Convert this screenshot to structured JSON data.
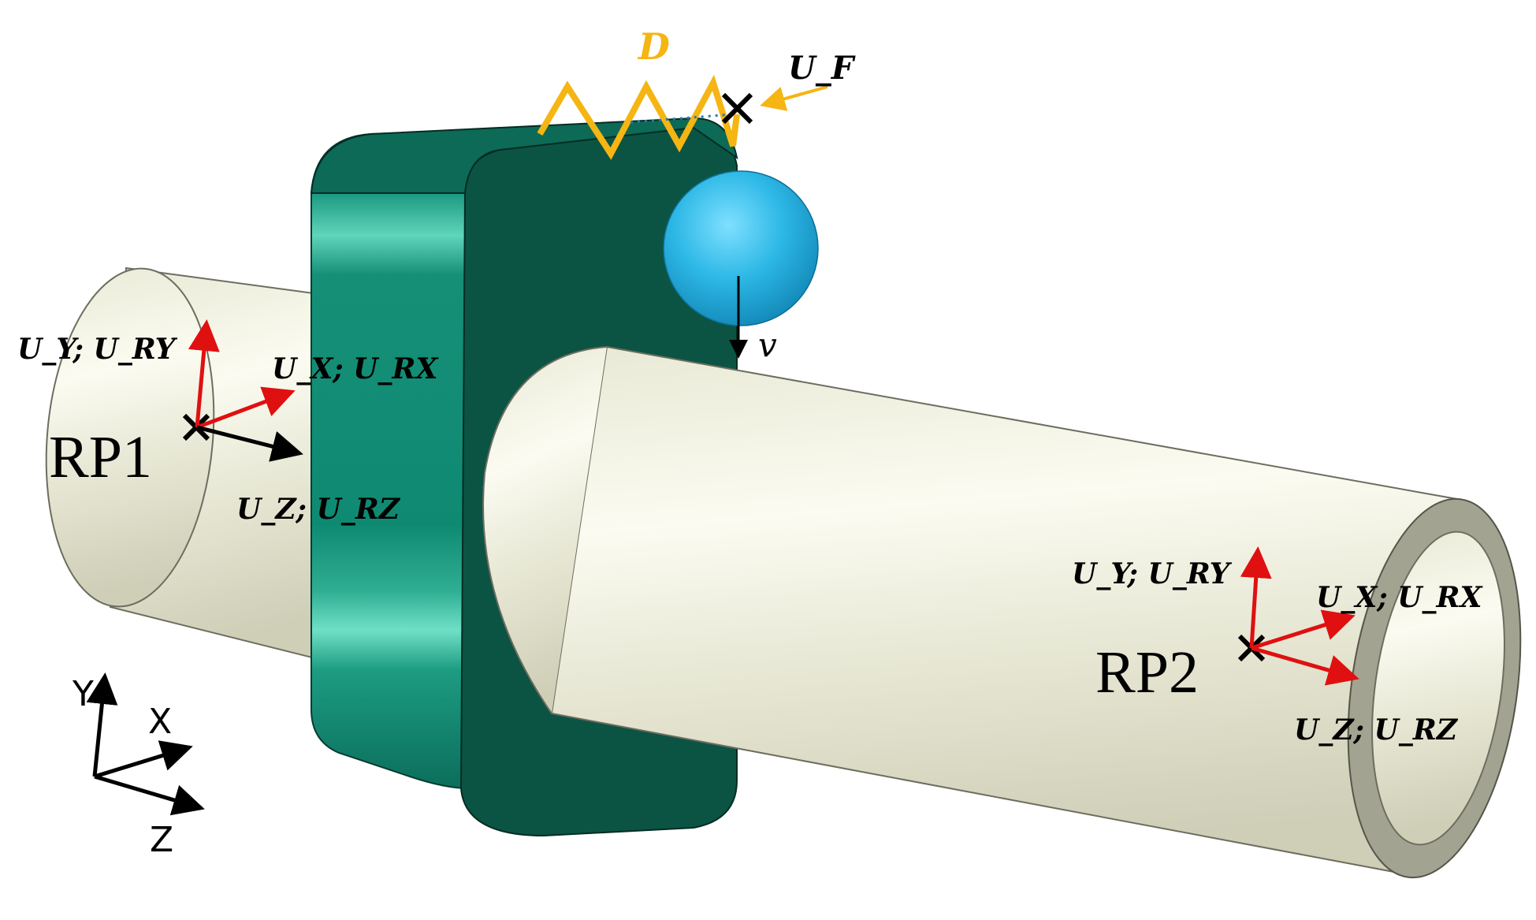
{
  "colors": {
    "shaft": "#ebebdc",
    "shaft_rim": "#9a9a88",
    "bracket_front": "#0b5444",
    "bracket_side": "#0f8c75",
    "bracket_highlight": "#58d6bb",
    "sphere": "#29b5e3",
    "spring": "#f5b512",
    "arrow_red": "#e01010",
    "arrow_black": "#000000"
  },
  "labels": {
    "rp1": "RP1",
    "rp2": "RP2",
    "spring": "D",
    "spring_end": "U_F",
    "velocity": "v",
    "rp1_y": "U_Y; U_RY",
    "rp1_x": "U_X; U_RX",
    "rp1_z": "U_Z; U_RZ",
    "rp2_y": "U_Y; U_RY",
    "rp2_x": "U_X; U_RX",
    "rp2_z": "U_Z; U_RZ"
  },
  "triad": {
    "y": "Y",
    "x": "X",
    "z": "Z"
  }
}
